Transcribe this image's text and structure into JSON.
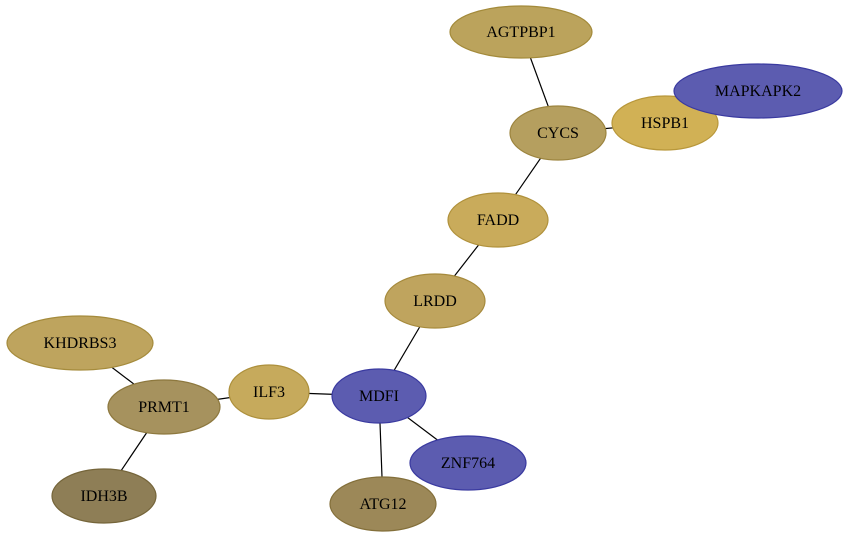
{
  "nodes": [
    {
      "id": "agtpbp1",
      "label": "AGTPBP1",
      "fill": "#bba35c",
      "stroke": "#a38a3a"
    },
    {
      "id": "cycs",
      "label": "CYCS",
      "fill": "#b59f5f",
      "stroke": "#9c843e"
    },
    {
      "id": "hspb1",
      "label": "HSPB1",
      "fill": "#d1b155",
      "stroke": "#b8973a"
    },
    {
      "id": "mapkapk2",
      "label": "MAPKAPK2",
      "fill": "#5c5cb0",
      "stroke": "#3a3aa0"
    },
    {
      "id": "fadd",
      "label": "FADD",
      "fill": "#c9ab5b",
      "stroke": "#b0913b"
    },
    {
      "id": "lrdd",
      "label": "LRDD",
      "fill": "#bfa45e",
      "stroke": "#a68a3c"
    },
    {
      "id": "khdrbs3",
      "label": "KHDRBS3",
      "fill": "#bea45e",
      "stroke": "#a58b3c"
    },
    {
      "id": "prmt1",
      "label": "PRMT1",
      "fill": "#a6925e",
      "stroke": "#8d783e"
    },
    {
      "id": "ilf3",
      "label": "ILF3",
      "fill": "#c6aa5c",
      "stroke": "#ad903c"
    },
    {
      "id": "mdfi",
      "label": "MDFI",
      "fill": "#5c5cb0",
      "stroke": "#3a3aa0"
    },
    {
      "id": "znf764",
      "label": "ZNF764",
      "fill": "#5c5cb0",
      "stroke": "#3a3aa0"
    },
    {
      "id": "idh3b",
      "label": "IDH3B",
      "fill": "#8e7e56",
      "stroke": "#75653a"
    },
    {
      "id": "atg12",
      "label": "ATG12",
      "fill": "#9c8858",
      "stroke": "#836f3a"
    }
  ],
  "edges": [
    {
      "from": "agtpbp1",
      "to": "cycs"
    },
    {
      "from": "cycs",
      "to": "hspb1"
    },
    {
      "from": "hspb1",
      "to": "mapkapk2"
    },
    {
      "from": "cycs",
      "to": "fadd"
    },
    {
      "from": "fadd",
      "to": "lrdd"
    },
    {
      "from": "lrdd",
      "to": "mdfi"
    },
    {
      "from": "khdrbs3",
      "to": "prmt1"
    },
    {
      "from": "prmt1",
      "to": "ilf3"
    },
    {
      "from": "ilf3",
      "to": "mdfi"
    },
    {
      "from": "mdfi",
      "to": "znf764"
    },
    {
      "from": "mdfi",
      "to": "atg12"
    },
    {
      "from": "prmt1",
      "to": "idh3b"
    }
  ]
}
